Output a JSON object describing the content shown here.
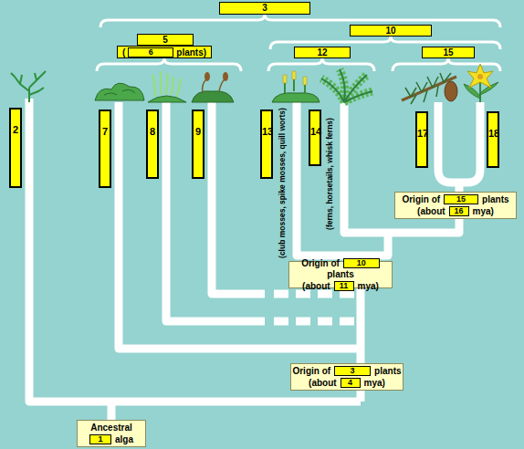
{
  "diagram": {
    "nodes": [
      {
        "text": [
          "3"
        ]
      },
      {
        "text": [
          "10"
        ]
      },
      {
        "text": [
          "5"
        ]
      },
      {
        "text": [
          "(",
          "plants)"
        ]
      },
      {
        "text": [
          "6"
        ],
        "in": 3
      },
      {
        "text": [
          "12"
        ]
      },
      {
        "text": [
          "15"
        ]
      },
      {
        "text": [
          "2"
        ]
      },
      {
        "text": [
          "7"
        ]
      },
      {
        "text": [
          "8"
        ]
      },
      {
        "text": [
          "9"
        ]
      },
      {
        "text": [
          "13"
        ]
      },
      {
        "text": [
          "14"
        ]
      },
      {
        "text": [
          "17"
        ]
      },
      {
        "text": [
          "18"
        ]
      },
      {
        "text": [
          "Origin of",
          "plants",
          "(about",
          "mya)"
        ]
      },
      {
        "text": [
          "15"
        ],
        "in": 15
      },
      {
        "text": [
          "16"
        ],
        "in": 15
      },
      {
        "text": [
          "Origin of",
          "plants",
          "(about",
          "mya)"
        ]
      },
      {
        "text": [
          "10"
        ],
        "in": 18
      },
      {
        "text": [
          "11"
        ],
        "in": 18
      },
      {
        "text": [
          "Origin of",
          "plants",
          "(about",
          "mya)"
        ]
      },
      {
        "text": [
          "3"
        ],
        "in": 21
      },
      {
        "text": [
          "4"
        ],
        "in": 21
      },
      {
        "text": [
          "Ancestral",
          "alga"
        ]
      },
      {
        "text": [
          "1"
        ],
        "in": 24
      }
    ],
    "labels": [
      "(club mosses, spike mosses, quill worts)",
      "(ferns, horsetails, whisk ferns)"
    ]
  }
}
